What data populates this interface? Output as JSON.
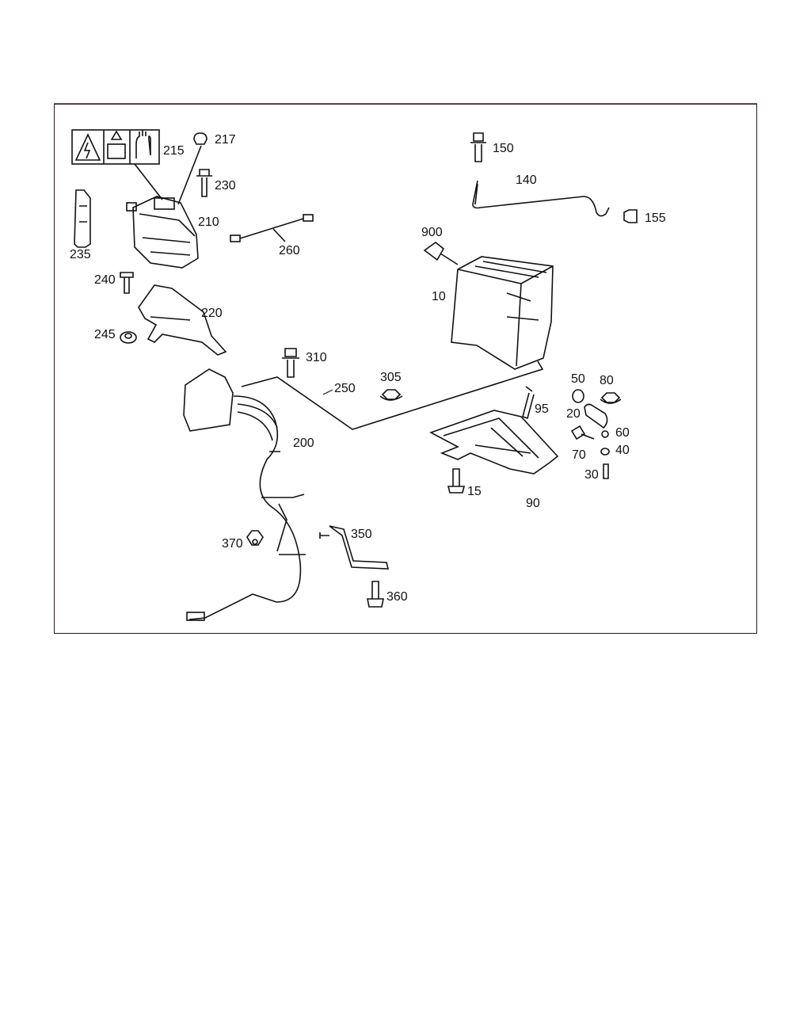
{
  "diagram": {
    "line_color": "#111111",
    "accent_color": "#c8304f",
    "part_labels": [
      "215",
      "217",
      "230",
      "210",
      "235",
      "240",
      "220",
      "245",
      "260",
      "150",
      "140",
      "155",
      "900",
      "10",
      "310",
      "250",
      "305",
      "200",
      "95",
      "50",
      "80",
      "20",
      "60",
      "70",
      "40",
      "30",
      "15",
      "90",
      "370",
      "350",
      "360"
    ]
  }
}
